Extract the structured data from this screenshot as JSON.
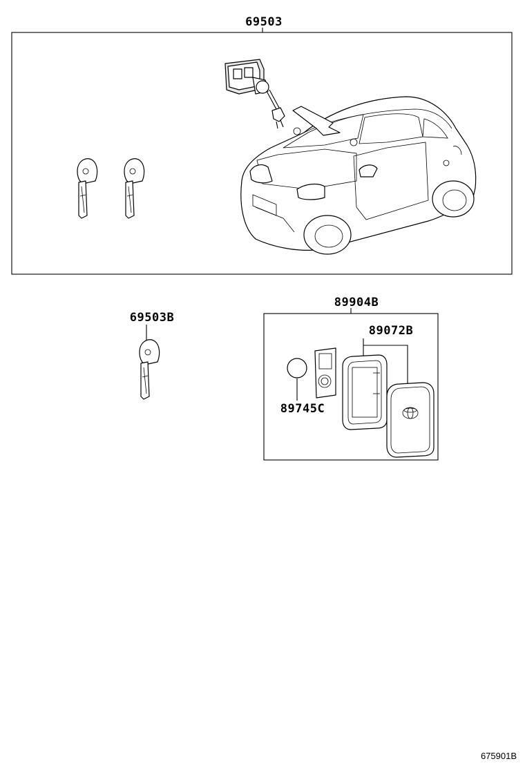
{
  "labels": {
    "assembly": "69503",
    "spare_key": "69503B",
    "transmitter_assy": "89904B",
    "transmitter_case": "89072B",
    "battery": "89745C"
  },
  "diagram_code": "675901B"
}
